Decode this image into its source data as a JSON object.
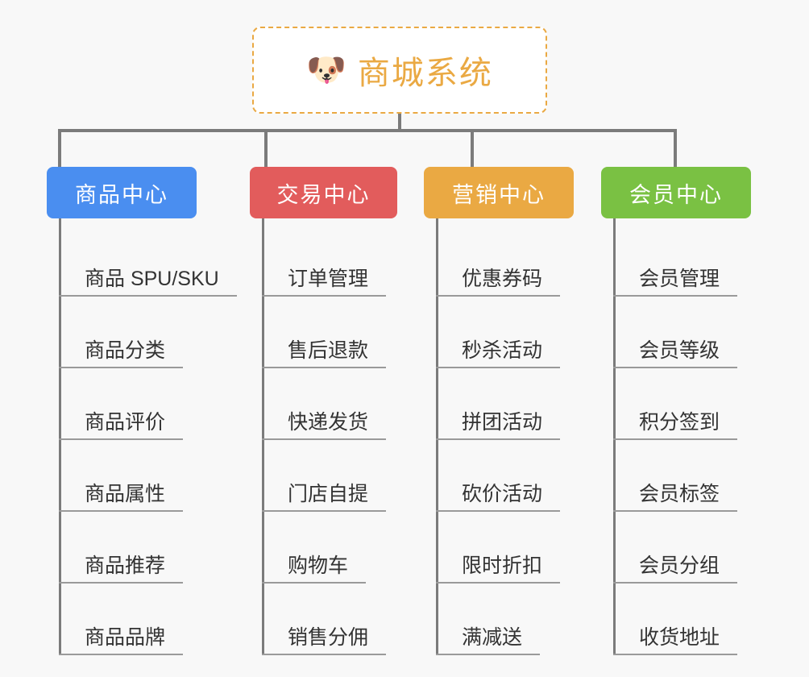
{
  "canvas": {
    "background": "#f8f8f8",
    "connector_color": "#7b7b7b",
    "leaf_rule_color": "#9a9a9a",
    "leaf_text_color": "#333333"
  },
  "root": {
    "icon": "shiba-dog-face-emoji",
    "emoji": "🐶",
    "title": "商城系统",
    "text_color": "#eaa943",
    "border_color": "#eaa943",
    "border_style": "dashed",
    "background": "#ffffff"
  },
  "columns": [
    {
      "id": "product-center",
      "label": "商品中心",
      "color": "#4a8ef0",
      "items": [
        "商品 SPU/SKU",
        "商品分类",
        "商品评价",
        "商品属性",
        "商品推荐",
        "商品品牌"
      ]
    },
    {
      "id": "trade-center",
      "label": "交易中心",
      "color": "#e25c5c",
      "items": [
        "订单管理",
        "售后退款",
        "快递发货",
        "门店自提",
        "购物车",
        "销售分佣"
      ]
    },
    {
      "id": "marketing-center",
      "label": "营销中心",
      "color": "#eaa943",
      "items": [
        "优惠券码",
        "秒杀活动",
        "拼团活动",
        "砍价活动",
        "限时折扣",
        "满减送"
      ]
    },
    {
      "id": "member-center",
      "label": "会员中心",
      "color": "#7ac143",
      "items": [
        "会员管理",
        "会员等级",
        "积分签到",
        "会员标签",
        "会员分组",
        "收货地址"
      ]
    }
  ]
}
